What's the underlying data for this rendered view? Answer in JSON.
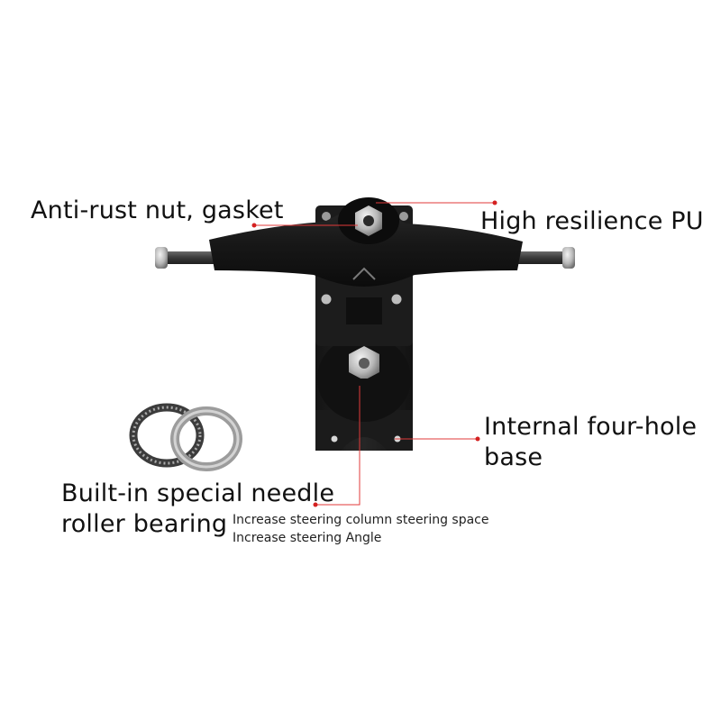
{
  "labels": {
    "nut": "Anti-rust nut, gasket",
    "pu": "High resilience PU",
    "base_line1": "Internal four-hole",
    "base_line2": "base",
    "bearing_line1": "Built-in special needle",
    "bearing_line2": "roller bearing",
    "note_line1": "Increase steering column steering space",
    "note_line2": "Increase steering Angle"
  },
  "colors": {
    "leader_line": "#e23a3a",
    "leader_dot": "#d42020",
    "truck_metal": "#1a1a1a"
  }
}
